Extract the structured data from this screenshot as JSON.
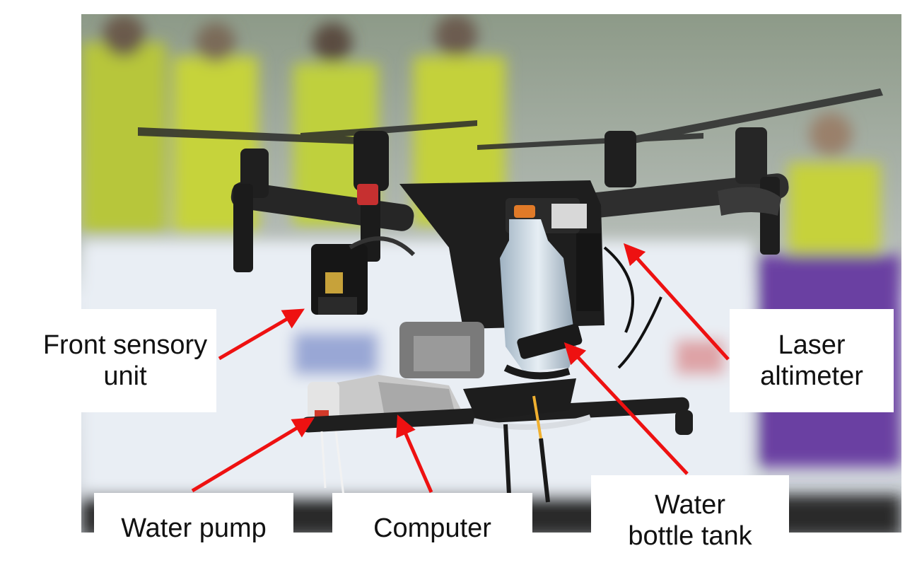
{
  "figure": {
    "labels": {
      "front_sensory_unit": "Front sensory unit",
      "laser_altimeter": "Laser altimeter",
      "water_pump": "Water pump",
      "computer": "Computer",
      "water_bottle_tank": "Water bottle tank"
    },
    "colors": {
      "arrow": "#ee1111",
      "label_background": "#ffffff",
      "label_text": "#111111"
    }
  }
}
